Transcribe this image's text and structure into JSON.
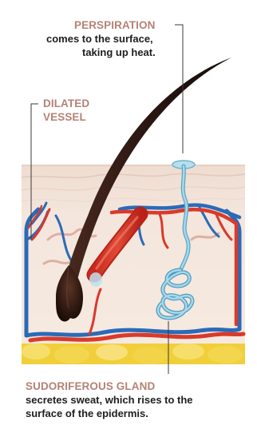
{
  "labels": {
    "perspiration": {
      "title": "PERSPIRATION",
      "line1": "comes to the surface,",
      "line2": "taking up heat."
    },
    "dilated_vessel": {
      "line1": "DILATED",
      "line2": "VESSEL"
    },
    "sudoriferous_gland": {
      "title": "SUDORIFEROUS GLAND",
      "line1": "secretes sweat, which rises to the",
      "line2": "surface of the epidermis."
    }
  },
  "colors": {
    "label_title": "#b58275",
    "label_body": "#1e1e1e",
    "epidermis": "#eddcd2",
    "dermis": "#f3e4da",
    "artery": "#d93a2b",
    "vein": "#2a6bb8",
    "sweat_duct": "#8ec9e0",
    "hair": "#2a1712",
    "fat": "#f2d23a"
  }
}
